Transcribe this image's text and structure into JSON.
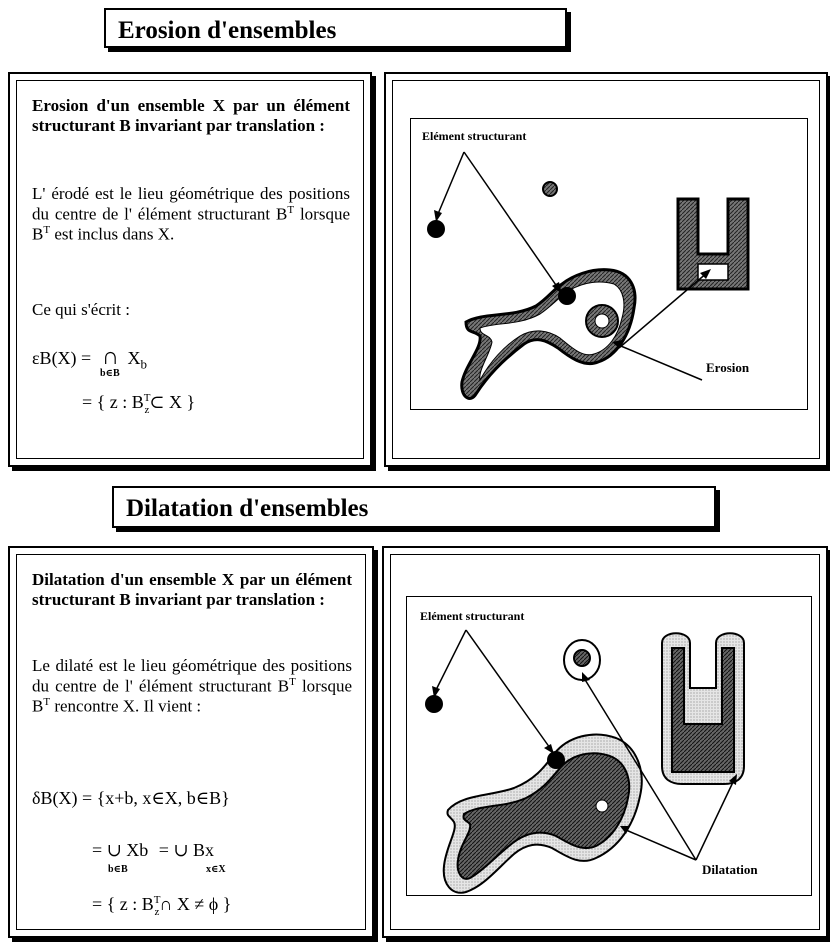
{
  "section1": {
    "title": "Erosion d'ensembles",
    "definition_title": "Erosion d'un ensemble X par un élément structurant B invariant par translation :",
    "description_part1": "L' érodé est le lieu géométrique des positions du centre de l' élément structurant B",
    "description_sup1": "T",
    "description_part2": " lorsque B",
    "description_sup2": "T",
    "description_part3": " est inclus dans X.",
    "formula_intro": "Ce qui s'écrit :",
    "formula1_lhs": "εB(X) =",
    "formula1_op": "∩",
    "formula1_term": "X",
    "formula1_sub": "b",
    "formula1_index": "b∈B",
    "formula2": "= { z : B",
    "formula2_sup": "T",
    "formula2_sub": "z",
    "formula2_rest": "⊂ X }",
    "diagram_label_element": "Elément structurant",
    "diagram_label_result": "Erosion"
  },
  "section2": {
    "title": "Dilatation d'ensembles",
    "definition_title": "Dilatation d'un ensemble X par un élément structurant B invariant par translation :",
    "description_part1": "Le dilaté est le lieu géométrique des positions du centre de l' élément structurant B",
    "description_sup1": "T",
    "description_part2": " lorsque B",
    "description_sup2": "T",
    "description_part3": " rencontre X. Il vient :",
    "formula1": "δB(X) = {x+b, x∈X, b∈B}",
    "formula2_left": "= ∪ Xb",
    "formula2_index1": "b∈B",
    "formula2_mid": "= ∪ Bx",
    "formula2_index2": "x∈X",
    "formula3": "= { z : B",
    "formula3_sup": "T",
    "formula3_sub": "z",
    "formula3_rest": "∩ X ≠ ϕ }",
    "diagram_label_element": "Elément structurant",
    "diagram_label_result": "Dilatation"
  }
}
